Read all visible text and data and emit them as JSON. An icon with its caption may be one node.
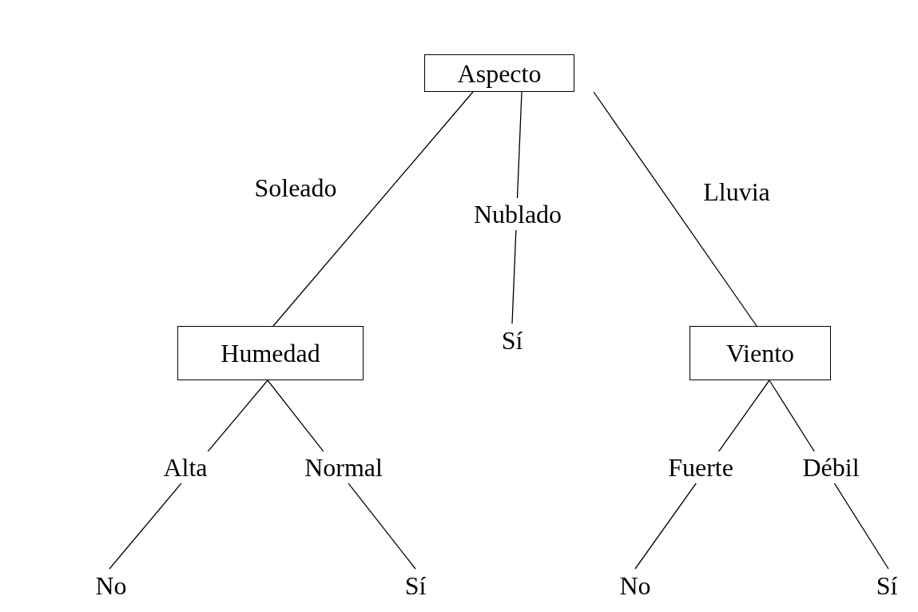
{
  "diagram": {
    "nodes": [
      {
        "text": [
          "Aspecto"
        ]
      },
      {
        "text": [
          "Humedad"
        ]
      },
      {
        "text": [
          "Sí"
        ]
      },
      {
        "text": [
          "Viento"
        ]
      },
      {
        "text": [
          "No"
        ]
      },
      {
        "text": [
          "Sí"
        ]
      },
      {
        "text": [
          "No"
        ]
      },
      {
        "text": [
          "Sí"
        ]
      }
    ],
    "edges": [
      {
        "from": 0,
        "to": 1,
        "arrow": "none",
        "label": "Soleado"
      },
      {
        "from": 0,
        "to": 2,
        "arrow": "none",
        "label": "Nublado"
      },
      {
        "from": 0,
        "to": 3,
        "arrow": "none",
        "label": "Lluvia"
      },
      {
        "from": 1,
        "to": 4,
        "arrow": "none",
        "label": "Alta"
      },
      {
        "from": 1,
        "to": 5,
        "arrow": "none",
        "label": "Normal"
      },
      {
        "from": 3,
        "to": 6,
        "arrow": "none",
        "label": "Fuerte"
      },
      {
        "from": 3,
        "to": 7,
        "arrow": "none",
        "label": "Débil"
      }
    ]
  }
}
